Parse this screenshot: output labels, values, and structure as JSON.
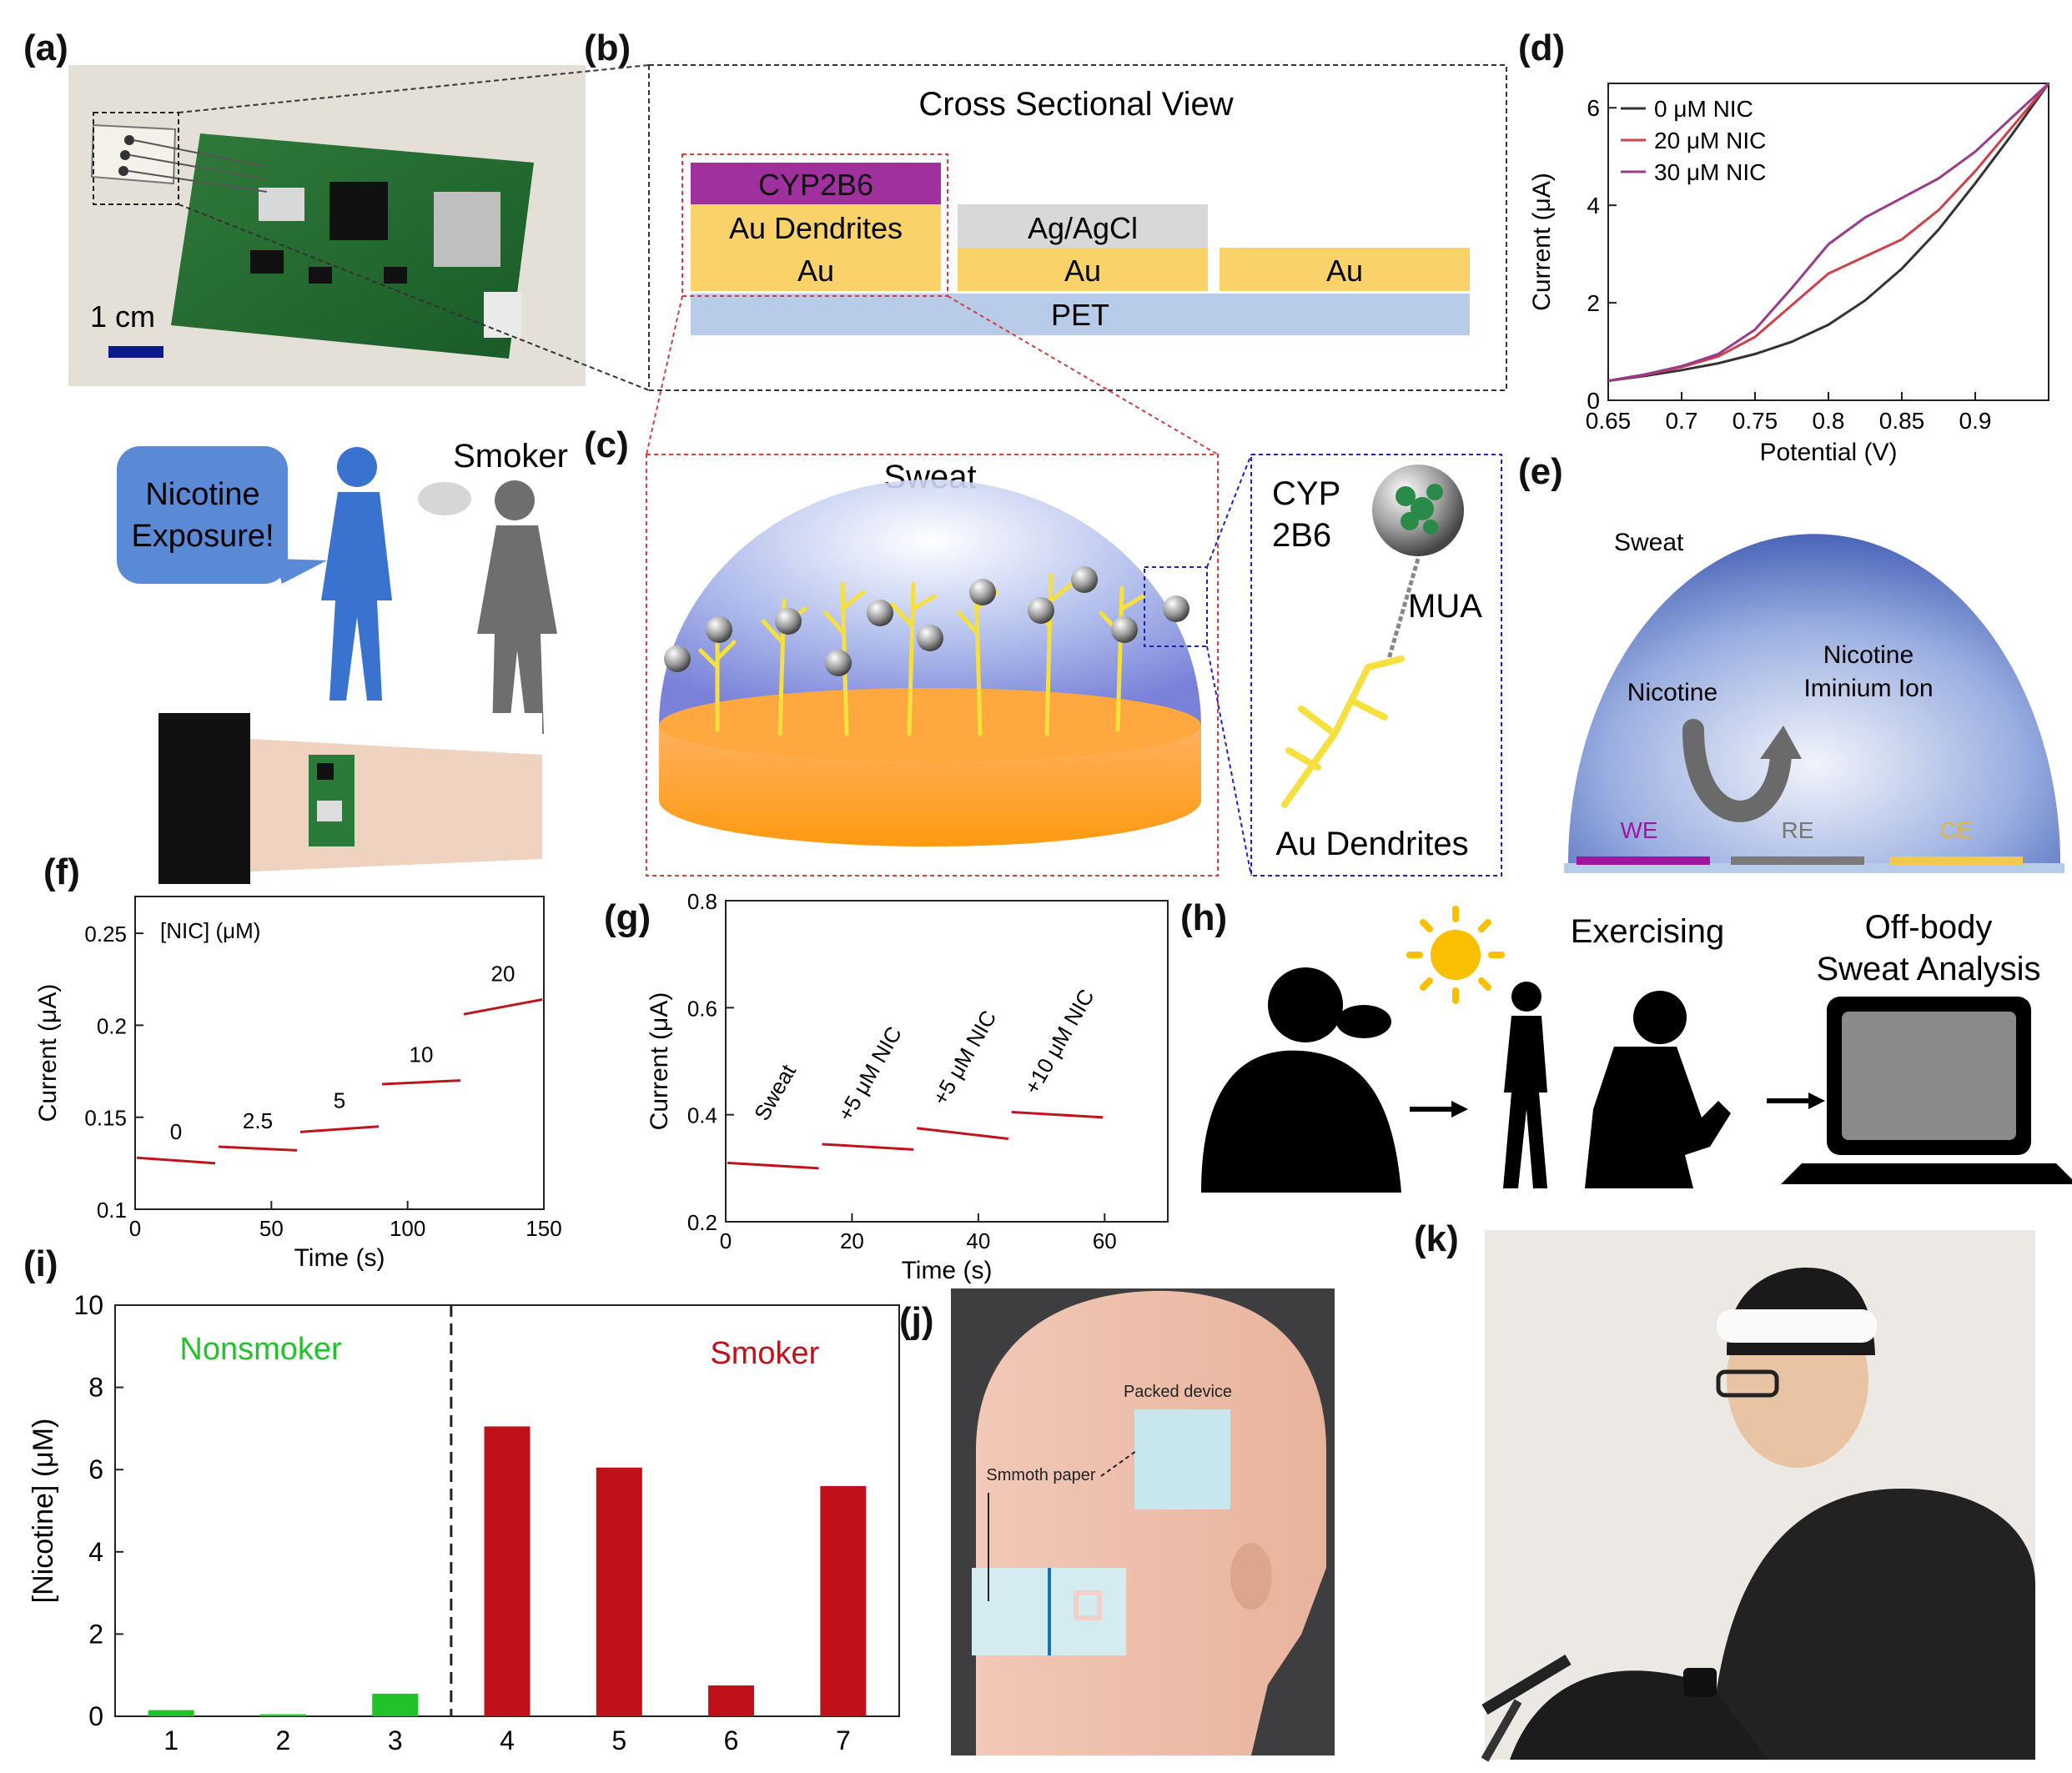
{
  "panel_labels": [
    "(a)",
    "(b)",
    "(c)",
    "(d)",
    "(e)",
    "(f)",
    "(g)",
    "(h)",
    "(i)",
    "(j)",
    "(k)"
  ],
  "a": {
    "scale_bar": "1 cm"
  },
  "b": {
    "title": "Cross Sectional View",
    "cyp": "CYP2B6",
    "dendrites": "Au Dendrites",
    "au": "Au",
    "agcl": "Ag/AgCl",
    "pet": "PET"
  },
  "c": {
    "sweat": "Sweat",
    "cyp_line1": "CYP",
    "cyp_line2": "2B6",
    "mua": "MUA",
    "au_dendrites": "Au Dendrites"
  },
  "illustration": {
    "bubble_line1": "Nicotine",
    "bubble_line2": "Exposure!",
    "smoker": "Smoker"
  },
  "e": {
    "sweat": "Sweat",
    "nicotine": "Nicotine",
    "ion_line1": "Nicotine",
    "ion_line2": "Iminium Ion",
    "we": "WE",
    "re": "RE",
    "ce": "CE",
    "colors": {
      "we": "#a0169c",
      "re": "#7a7a7a",
      "ce": "#f2c94c"
    }
  },
  "h": {
    "exercising": "Exercising",
    "offbody_line1": "Off-body",
    "offbody_line2": "Sweat Analysis"
  },
  "j": {
    "packed_device": "Packed device",
    "paper": "Smmoth paper"
  },
  "colors": {
    "nonsmoker": "#22c22a",
    "smoker": "#c0101a",
    "trace_red": "#c0141c",
    "au": "#f9d36a",
    "pet": "#b8cbe8",
    "cyp": "#a0309e"
  },
  "chart_data": [
    {
      "id": "d",
      "type": "line",
      "xlabel": "Potential (V)",
      "ylabel": "Current (μA)",
      "xlim": [
        0.65,
        0.95
      ],
      "ylim": [
        0,
        6.5
      ],
      "x_ticks": [
        0.65,
        0.7,
        0.75,
        0.8,
        0.85,
        0.9
      ],
      "y_ticks": [
        0,
        2,
        4,
        6
      ],
      "legend_position": "top-left",
      "series": [
        {
          "name": "0 μM NIC",
          "color": "#333333",
          "x": [
            0.65,
            0.675,
            0.7,
            0.725,
            0.75,
            0.775,
            0.8,
            0.825,
            0.85,
            0.875,
            0.9,
            0.925,
            0.95
          ],
          "y": [
            0.4,
            0.5,
            0.62,
            0.76,
            0.95,
            1.2,
            1.55,
            2.05,
            2.7,
            3.5,
            4.45,
            5.45,
            6.5
          ]
        },
        {
          "name": "20 μM NIC",
          "color": "#d04048",
          "x": [
            0.65,
            0.675,
            0.7,
            0.725,
            0.75,
            0.775,
            0.8,
            0.825,
            0.85,
            0.875,
            0.9,
            0.925,
            0.95
          ],
          "y": [
            0.4,
            0.52,
            0.68,
            0.9,
            1.3,
            1.95,
            2.6,
            2.95,
            3.3,
            3.9,
            4.7,
            5.6,
            6.5
          ]
        },
        {
          "name": "30 μM NIC",
          "color": "#9a3a8a",
          "x": [
            0.65,
            0.675,
            0.7,
            0.725,
            0.75,
            0.775,
            0.8,
            0.825,
            0.85,
            0.875,
            0.9,
            0.925,
            0.95
          ],
          "y": [
            0.4,
            0.53,
            0.7,
            0.95,
            1.45,
            2.3,
            3.2,
            3.75,
            4.15,
            4.55,
            5.1,
            5.8,
            6.5
          ]
        }
      ]
    },
    {
      "id": "f",
      "type": "line",
      "xlabel": "Time (s)",
      "ylabel": "Current (μA)",
      "xlim": [
        0,
        150
      ],
      "ylim": [
        0.1,
        0.27
      ],
      "x_ticks": [
        0,
        50,
        100,
        150
      ],
      "y_ticks": [
        0.1,
        0.15,
        0.2,
        0.25
      ],
      "annotation_title": "[NIC] (μM)",
      "series": [
        {
          "label": "0",
          "x": [
            0,
            30
          ],
          "y": [
            0.128,
            0.125
          ]
        },
        {
          "label": "2.5",
          "x": [
            30,
            60
          ],
          "y": [
            0.134,
            0.132
          ]
        },
        {
          "label": "5",
          "x": [
            60,
            90
          ],
          "y": [
            0.142,
            0.145
          ]
        },
        {
          "label": "10",
          "x": [
            90,
            120
          ],
          "y": [
            0.168,
            0.17
          ]
        },
        {
          "label": "20",
          "x": [
            120,
            150
          ],
          "y": [
            0.206,
            0.214
          ]
        }
      ]
    },
    {
      "id": "g",
      "type": "line",
      "xlabel": "Time (s)",
      "ylabel": "Current (μA)",
      "xlim": [
        0,
        70
      ],
      "ylim": [
        0.2,
        0.8
      ],
      "x_ticks": [
        0,
        20,
        40,
        60
      ],
      "y_ticks": [
        0.2,
        0.4,
        0.6,
        0.8
      ],
      "series": [
        {
          "label": "Sweat",
          "x": [
            0,
            15
          ],
          "y": [
            0.31,
            0.3
          ]
        },
        {
          "label": "+5 μM NIC",
          "x": [
            15,
            30
          ],
          "y": [
            0.345,
            0.335
          ]
        },
        {
          "label": "+5 μM NIC",
          "x": [
            30,
            45
          ],
          "y": [
            0.375,
            0.355
          ]
        },
        {
          "label": "+10 μM NIC",
          "x": [
            45,
            60
          ],
          "y": [
            0.405,
            0.395
          ]
        }
      ]
    },
    {
      "id": "i",
      "type": "bar",
      "ylabel": "[Nicotine] (μM)",
      "ylim": [
        0,
        10
      ],
      "y_ticks": [
        0,
        2,
        4,
        6,
        8,
        10
      ],
      "categories": [
        "1",
        "2",
        "3",
        "4",
        "5",
        "6",
        "7"
      ],
      "values": [
        0.15,
        0.05,
        0.55,
        7.05,
        6.05,
        0.75,
        5.6
      ],
      "groups": [
        "Nonsmoker",
        "Nonsmoker",
        "Nonsmoker",
        "Smoker",
        "Smoker",
        "Smoker",
        "Smoker"
      ],
      "group_labels": [
        "Nonsmoker",
        "Smoker"
      ]
    }
  ]
}
